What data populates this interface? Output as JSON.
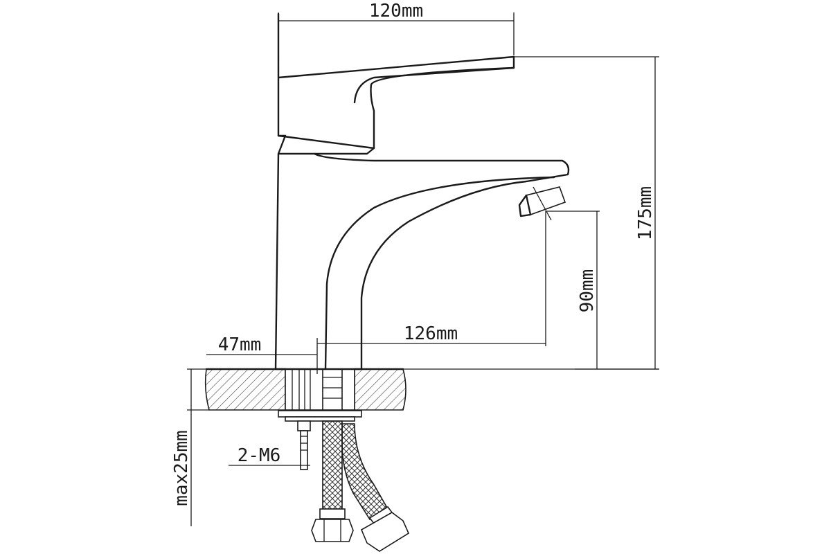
{
  "drawing": {
    "subject": "basin-mixer-faucet",
    "colors": {
      "line": "#1a1a1a",
      "background": "#ffffff"
    },
    "dimensions": {
      "top_width": "120mm",
      "total_height": "175mm",
      "spout_height": "90mm",
      "spout_reach": "126mm",
      "base_offset": "47mm",
      "studs": "2-M6",
      "max_counter_thickness": "max25mm"
    }
  }
}
